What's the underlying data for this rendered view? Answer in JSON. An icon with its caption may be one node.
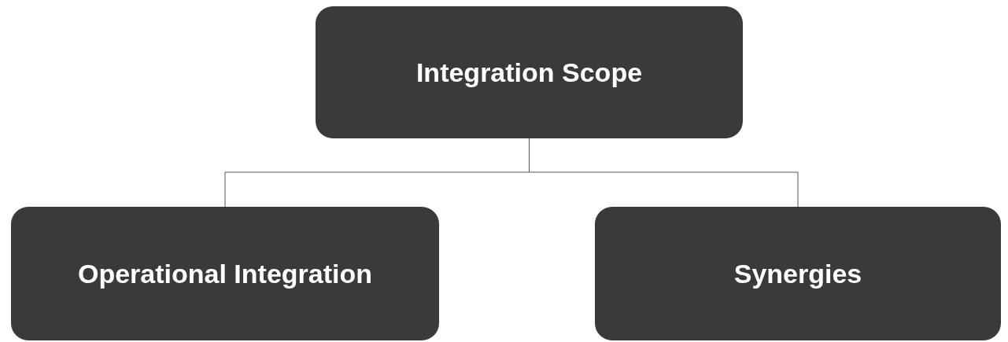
{
  "diagram": {
    "nodes": [
      {
        "text": [
          "Integration Scope"
        ]
      },
      {
        "text": [
          "Operational Integration"
        ]
      },
      {
        "text": [
          "Synergies"
        ]
      }
    ],
    "edges": [
      {
        "from": 0,
        "to": 1,
        "arrow": "none"
      },
      {
        "from": 0,
        "to": 2,
        "arrow": "none"
      }
    ]
  }
}
